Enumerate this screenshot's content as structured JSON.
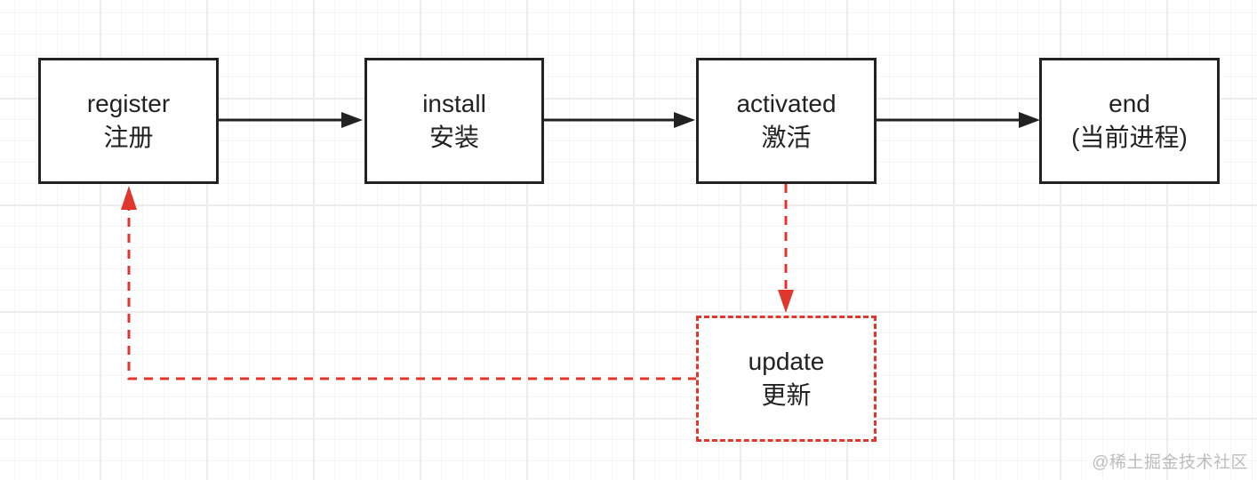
{
  "nodes": {
    "register": {
      "line1": "register",
      "line2": "注册"
    },
    "install": {
      "line1": "install",
      "line2": "安装"
    },
    "activated": {
      "line1": "activated",
      "line2": "激活"
    },
    "end": {
      "line1": "end",
      "line2": "(当前进程)"
    },
    "update": {
      "line1": "update",
      "line2": "更新"
    }
  },
  "colors": {
    "solid_edge": "#222222",
    "update_edge": "#e0362c"
  },
  "watermark": "@稀土掘金技术社区"
}
